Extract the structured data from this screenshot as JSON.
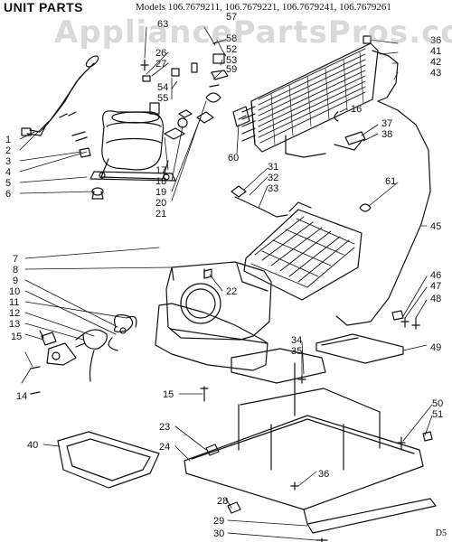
{
  "header": {
    "title": "UNIT PARTS",
    "models": "Models 106.7679211, 106.7679221, 106.7679241, 106.7679261"
  },
  "watermark": "AppliancePartsPros.com",
  "diagram_code": "D5",
  "callouts": [
    "1",
    "2",
    "3",
    "4",
    "5",
    "6",
    "7",
    "8",
    "9",
    "10",
    "11",
    "12",
    "13",
    "14",
    "15",
    "15",
    "16",
    "17",
    "18",
    "19",
    "20",
    "21",
    "22",
    "23",
    "24",
    "26",
    "27",
    "28",
    "29",
    "30",
    "31",
    "32",
    "33",
    "34",
    "35",
    "36",
    "36",
    "37",
    "38",
    "40",
    "41",
    "42",
    "43",
    "45",
    "46",
    "47",
    "48",
    "49",
    "50",
    "51",
    "52",
    "53",
    "54",
    "55",
    "57",
    "58",
    "59",
    "60",
    "61",
    "63"
  ],
  "colors": {
    "line": "#111111",
    "watermark": "#aaaaaa"
  }
}
